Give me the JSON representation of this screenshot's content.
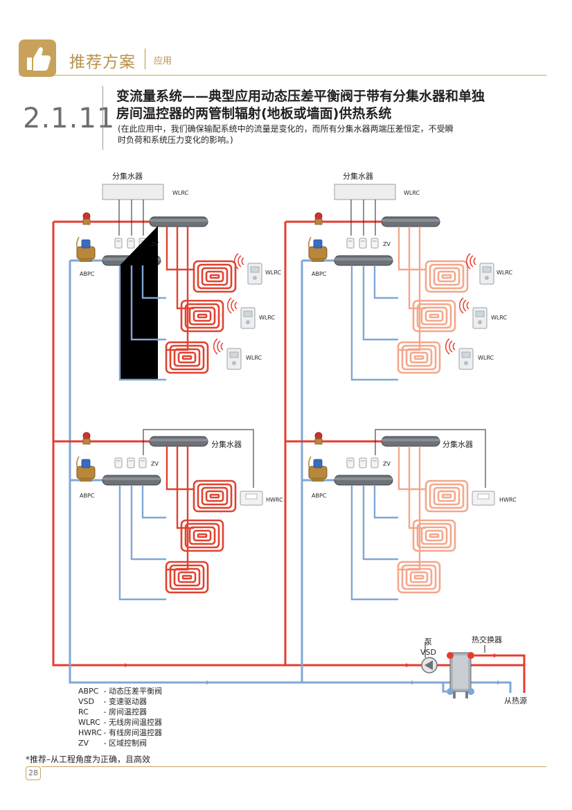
{
  "header": {
    "title": "推荐方案",
    "subtitle": "应用"
  },
  "section": {
    "number": "2.1.11",
    "title_line1": "变流量系统——典型应用动态压差平衡阀于带有分集水器和单独",
    "title_line2": "房间温控器的两管制辐射(地板或墙面)供热系统",
    "desc_line1": "(在此应用中，我们确保输配系统中的流量是变化的，而所有分集水器两端压差恒定，不受瞬",
    "desc_line2": "时负荷和系统压力变化的影响。)"
  },
  "diagram": {
    "manifold_label": "分集水器",
    "wlrc": "WLRC",
    "hwrc": "HWRC",
    "zv": "ZV",
    "abpc": "ABPC",
    "pump": "泵",
    "vsd": "VSD",
    "heat_exchanger": "热交换器",
    "from_heat_source": "从热源"
  },
  "legend": [
    {
      "abbr": "ABPC",
      "desc": "- 动态压差平衡阀"
    },
    {
      "abbr": "VSD",
      "desc": "- 变速驱动器"
    },
    {
      "abbr": "RC",
      "desc": "- 房间温控器"
    },
    {
      "abbr": "WLRC",
      "desc": "- 无线房间温控器"
    },
    {
      "abbr": "HWRC",
      "desc": "- 有线房间温控器"
    },
    {
      "abbr": "ZV",
      "desc": "- 区域控制阀"
    }
  ],
  "footnote": "*推荐–从工程角度为正确，且高效",
  "page_number": "28",
  "colors": {
    "accent": "#c8a25a",
    "supply": "#e63c2f",
    "return": "#7fa7d6",
    "loop_dark": "#e0412f",
    "loop_light": "#f4a68a"
  }
}
